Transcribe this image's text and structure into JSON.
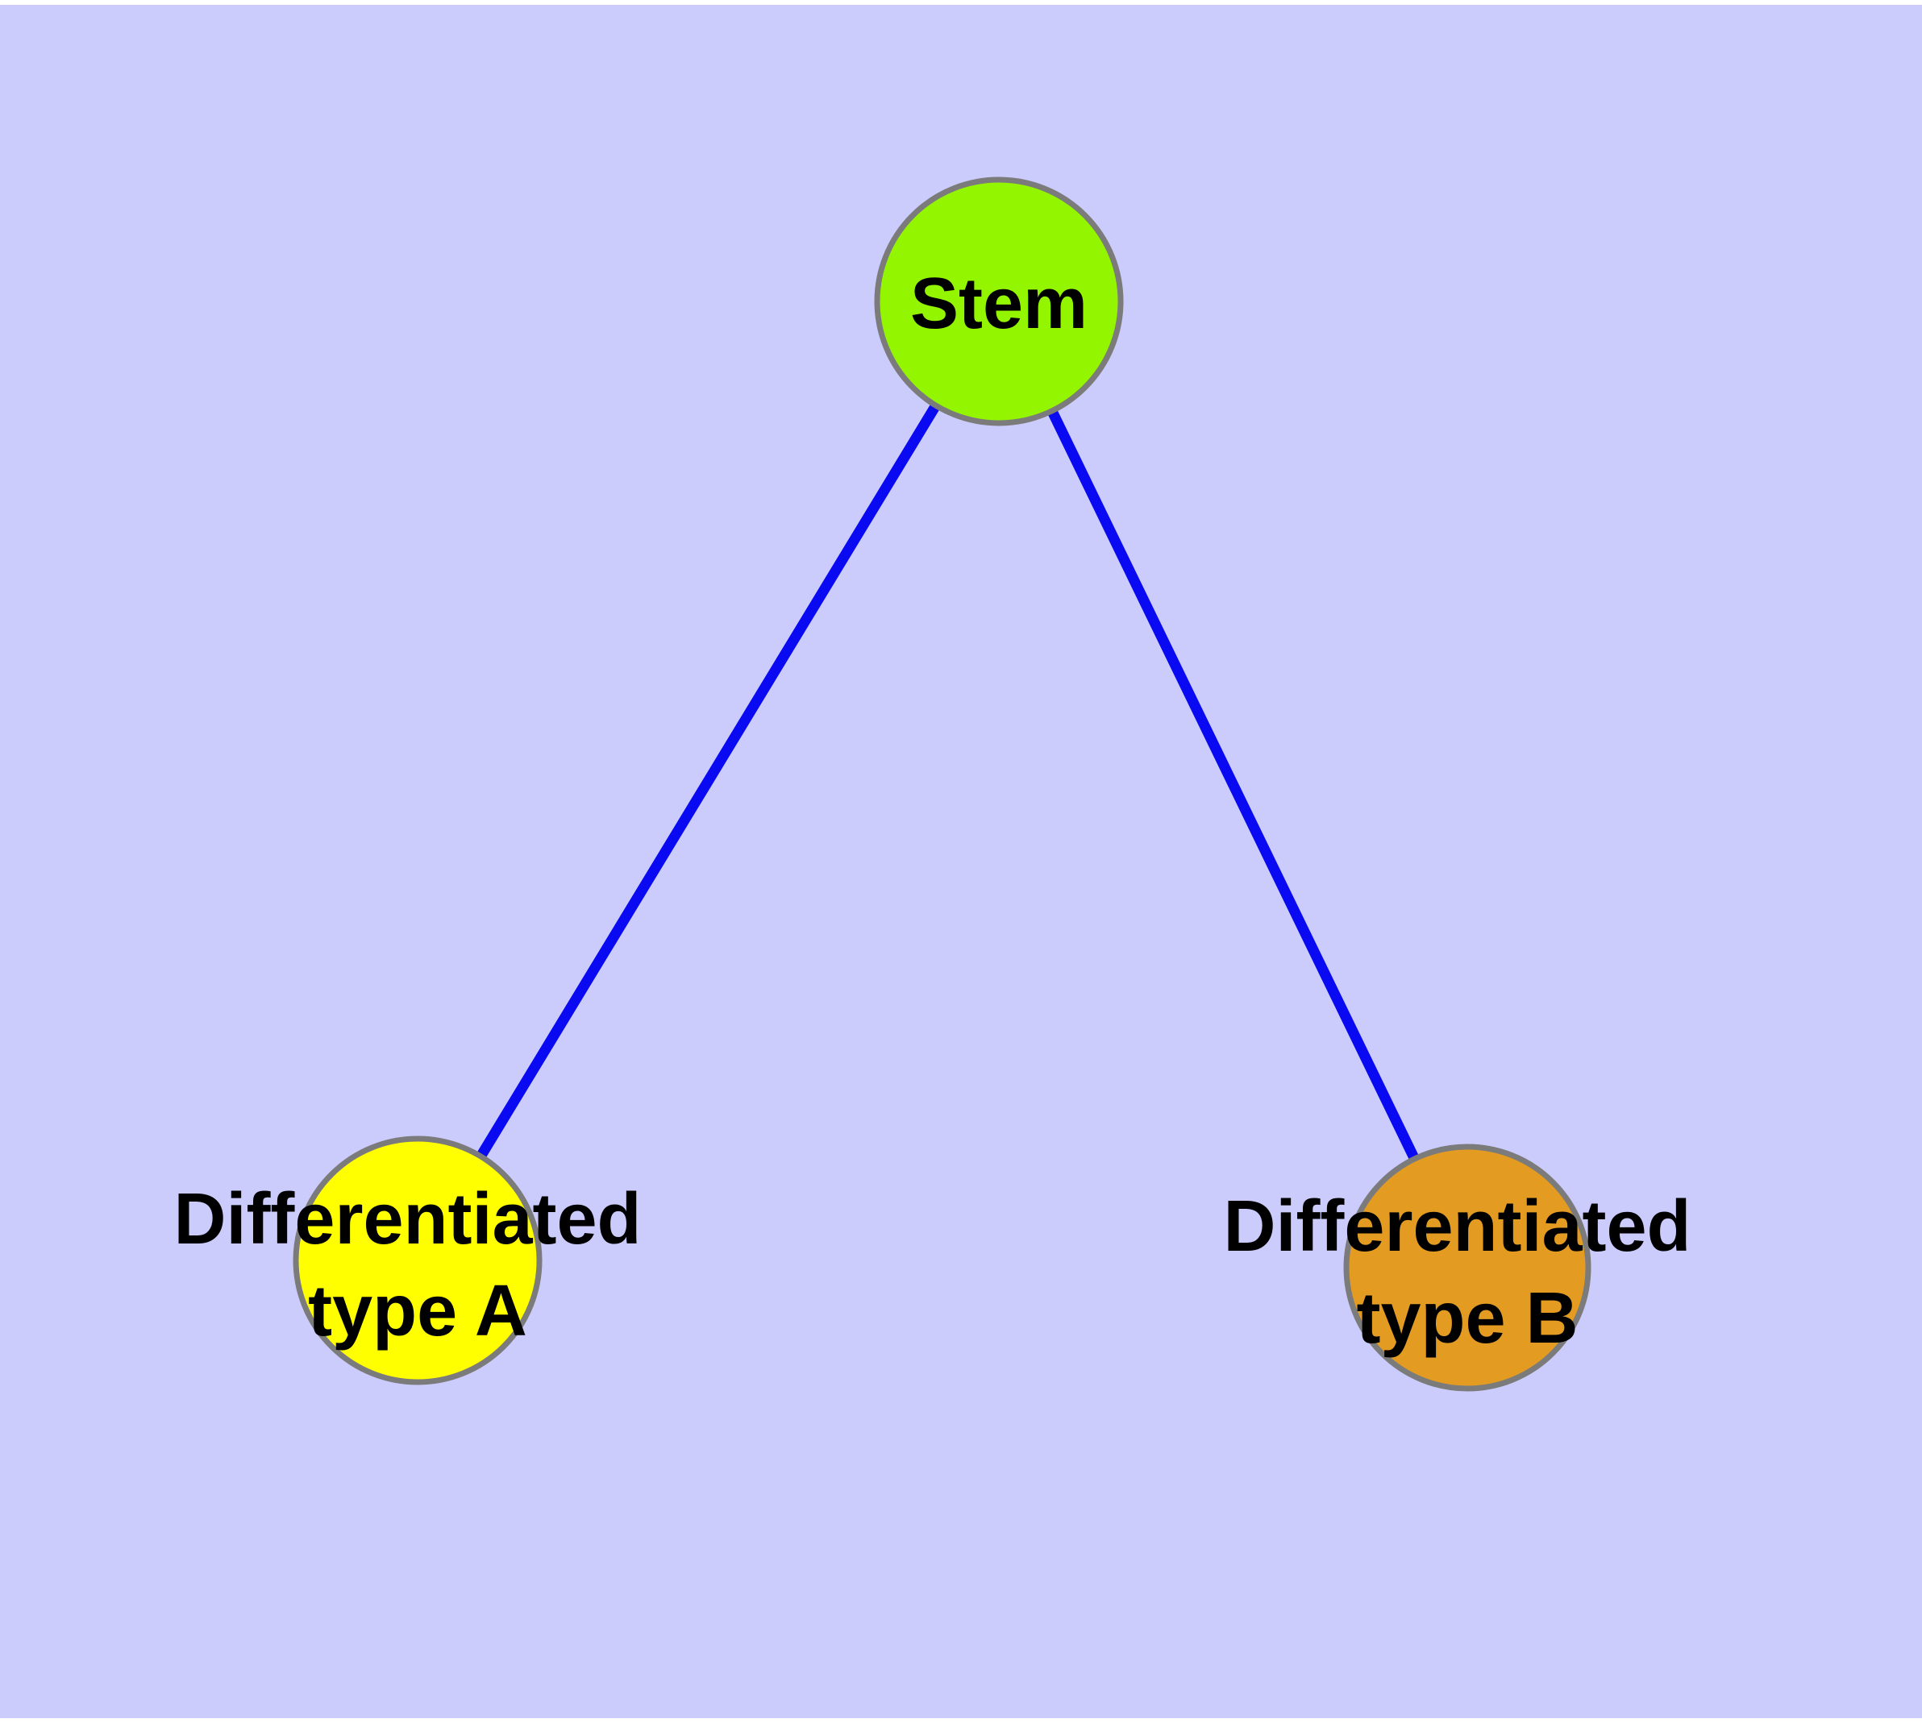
{
  "meta": {
    "background_color": "#cbcbfc",
    "margin_color": "#ffffff"
  },
  "diagram": {
    "type": "graph",
    "description": "Stem cell differentiation tree: one stem node connected to two differentiated cell-type nodes",
    "edge_color": "#0909f2",
    "node_border_color": "#7b7b7b",
    "label_color": "#000000",
    "nodes": [
      {
        "id": "stem",
        "label": "Stem",
        "line1": "Stem",
        "line2": "",
        "fill": "#93f500"
      },
      {
        "id": "type-a",
        "label": "Differentiated type A",
        "line1": "Differentiated",
        "line2": "type A",
        "fill": "#ffff00"
      },
      {
        "id": "type-b",
        "label": "Differentiated type B",
        "line1": "Differentiated",
        "line2": "type B",
        "fill": "#e39c21"
      }
    ],
    "edges": [
      {
        "from": "Stem",
        "to": "Differentiated type A"
      },
      {
        "from": "Stem",
        "to": "Differentiated type B"
      }
    ]
  }
}
